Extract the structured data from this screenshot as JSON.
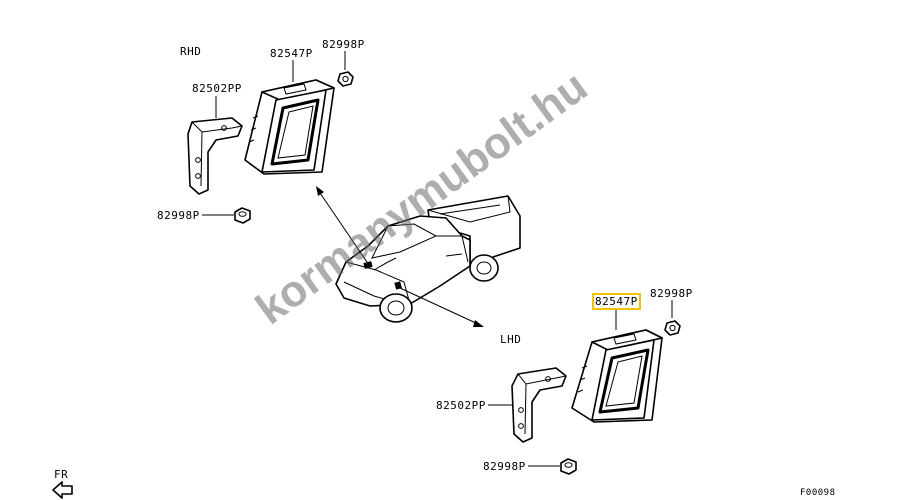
{
  "watermark": "kormanymubolt.hu",
  "figure_code": "F00098",
  "direction_marker": "FR",
  "rhd_group": {
    "label": "RHD",
    "control_unit_part_no": "82547P",
    "bracket_part_no": "82502PP",
    "nut_top_part_no": "82998P",
    "nut_bottom_part_no": "82998P"
  },
  "lhd_group": {
    "label": "LHD",
    "control_unit_part_no": "82547P",
    "bracket_part_no": "82502PP",
    "nut_top_part_no": "82998P",
    "nut_bottom_part_no": "82998P"
  },
  "highlight_color": "#f2c200",
  "highlighted_part": "lhd_group.control_unit_part_no"
}
